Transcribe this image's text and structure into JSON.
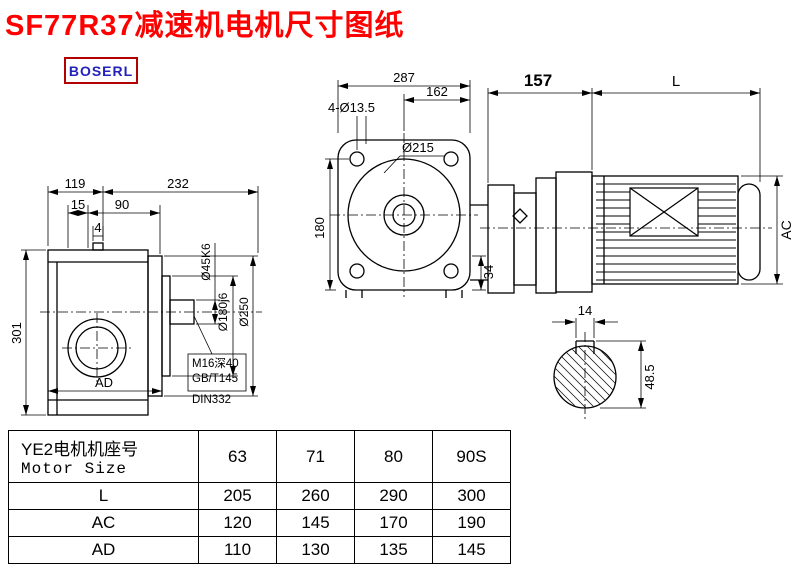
{
  "page": {
    "title": "SF77R37减速机电机尺寸图纸",
    "logo": "BOSERL"
  },
  "drawing": {
    "side_view": {
      "dim_119": "119",
      "dim_232": "232",
      "dim_15": "15",
      "dim_90": "90",
      "dim_4": "4",
      "dim_301": "301",
      "dim_ad": "AD",
      "shaft_dia": "Ø45K6",
      "spigot_dia": "Ø180j6",
      "flange_dia": "Ø250",
      "note_thread": "M16深40",
      "note_gb": "GB/T145",
      "note_din": "DIN332"
    },
    "front_view": {
      "dim_287": "287",
      "dim_162": "162",
      "dim_holes": "4-Ø13.5",
      "dim_215": "Ø215",
      "dim_180": "180",
      "dim_34": "34"
    },
    "motor_view": {
      "dim_157": "157",
      "dim_l": "L",
      "dim_ac": "AC"
    },
    "shaft_section": {
      "dim_14": "14",
      "dim_48_5": "48.5"
    }
  },
  "table": {
    "header_cn": "YE2电机机座号",
    "header_en": "Motor Size",
    "columns": [
      "63",
      "71",
      "80",
      "90S"
    ],
    "rows": [
      {
        "label": "L",
        "values": [
          "205",
          "260",
          "290",
          "300"
        ]
      },
      {
        "label": "AC",
        "values": [
          "120",
          "145",
          "170",
          "190"
        ]
      },
      {
        "label": "AD",
        "values": [
          "110",
          "130",
          "135",
          "145"
        ]
      }
    ]
  }
}
